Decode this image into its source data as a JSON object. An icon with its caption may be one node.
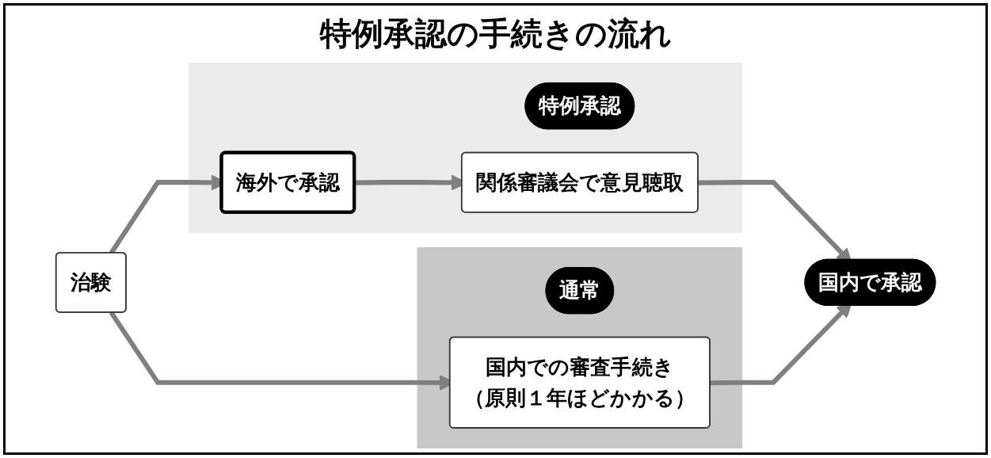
{
  "diagram": {
    "title": "特例承認の手続きの流れ",
    "nodes": [
      {
        "text": [],
        "shape": "band"
      },
      {
        "text": [
          "特例承認"
        ],
        "in": 0
      },
      {
        "text": [
          "治験"
        ]
      },
      {
        "text": [
          "海外で承認"
        ],
        "in": 0
      },
      {
        "text": [
          "関係審議会で意見聴取"
        ],
        "in": 0
      },
      {
        "text": [
          "国内で承認"
        ]
      },
      {
        "text": [],
        "shape": "band"
      },
      {
        "text": [
          "通常"
        ],
        "in": 6
      },
      {
        "text": [
          "国内での審査手続き",
          "（原則１年ほどかかる）"
        ],
        "in": 6
      }
    ],
    "edges": [
      {
        "from": 2,
        "to": 3,
        "arrow": "to"
      },
      {
        "from": 3,
        "to": 4,
        "arrow": "to"
      },
      {
        "from": 4,
        "to": 5,
        "arrow": "to"
      },
      {
        "from": 2,
        "to": 8,
        "arrow": "to"
      },
      {
        "from": 8,
        "to": 5,
        "arrow": "to"
      }
    ]
  }
}
